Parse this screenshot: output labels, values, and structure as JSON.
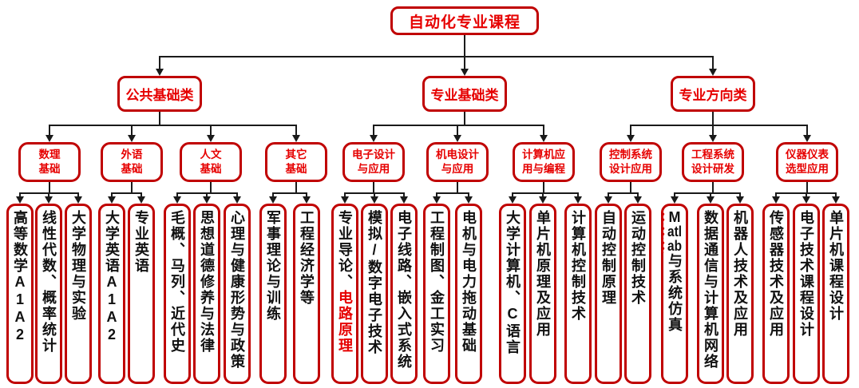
{
  "colors": {
    "node_border": "#c00000",
    "red_text": "#e60000",
    "leaf_text": "#111111",
    "connector": "#1a1a1a"
  },
  "root": {
    "label": "自动化专业课程"
  },
  "categories": [
    {
      "label": "公共基础类",
      "subs": [
        {
          "line1": "数理",
          "line2": "基础",
          "leaves": [
            {
              "parts": [
                {
                  "text": "高等数学A1A2"
                }
              ]
            },
            {
              "parts": [
                {
                  "text": "线性代数、概率统计"
                }
              ]
            },
            {
              "parts": [
                {
                  "text": "大学物理与实验"
                }
              ]
            }
          ]
        },
        {
          "line1": "外语",
          "line2": "基础",
          "leaves": [
            {
              "parts": [
                {
                  "text": "大学英语A1A2"
                }
              ]
            },
            {
              "parts": [
                {
                  "text": "专业英语"
                }
              ]
            }
          ]
        },
        {
          "line1": "人文",
          "line2": "基础",
          "leaves": [
            {
              "parts": [
                {
                  "text": "毛概、马列、近代史"
                }
              ]
            },
            {
              "parts": [
                {
                  "text": "思想道德修养与法律"
                }
              ]
            },
            {
              "parts": [
                {
                  "text": "心理与健康形势与政策"
                }
              ]
            }
          ]
        },
        {
          "line1": "其它",
          "line2": "基础",
          "leaves": [
            {
              "parts": [
                {
                  "text": "军事理论与训练"
                }
              ]
            },
            {
              "parts": [
                {
                  "text": "工程经济学等"
                }
              ]
            }
          ]
        }
      ]
    },
    {
      "label": "专业基础类",
      "subs": [
        {
          "line1": "电子设计",
          "line2": "与应用",
          "leaves": [
            {
              "parts": [
                {
                  "text": "专业导论、"
                },
                {
                  "text": "电路原理",
                  "highlight": true
                }
              ]
            },
            {
              "parts": [
                {
                  "text": "模拟/数字电子技术"
                }
              ]
            },
            {
              "parts": [
                {
                  "text": "电子线路、嵌入式系统"
                }
              ]
            }
          ]
        },
        {
          "line1": "机电设计",
          "line2": "与应用",
          "leaves": [
            {
              "parts": [
                {
                  "text": "工程制图、金工实习"
                }
              ]
            },
            {
              "parts": [
                {
                  "text": "电机与电力拖动基础"
                }
              ]
            }
          ]
        },
        {
          "line1": "计算机应",
          "line2": "用与编程",
          "leaves": [
            {
              "parts": [
                {
                  "text": "大学计算机、C语言"
                }
              ]
            },
            {
              "parts": [
                {
                  "text": "单片机原理及应用"
                }
              ]
            },
            {
              "parts": [
                {
                  "text": "计算机控制技术"
                }
              ]
            }
          ]
        }
      ]
    },
    {
      "label": "专业方向类",
      "subs": [
        {
          "line1": "控制系统",
          "line2": "设计应用",
          "leaves": [
            {
              "parts": [
                {
                  "text": "自动控制原理"
                }
              ]
            },
            {
              "parts": [
                {
                  "text": "运动控制技术"
                }
              ]
            }
          ]
        },
        {
          "line1": "工程系统",
          "line2": "设计研发",
          "leaves": [
            {
              "parts": [
                {
                  "text": "M",
                  "combine": true,
                  "wavy": true
                },
                {
                  "text": "atl",
                  "combine": true,
                  "wavy": true
                },
                {
                  "text": "ab",
                  "combine": true,
                  "wavy": true
                },
                {
                  "text": "与系统仿真"
                }
              ]
            },
            {
              "parts": [
                {
                  "text": "数据通信与计算机网络"
                }
              ]
            },
            {
              "parts": [
                {
                  "text": "机器人技术及应用"
                }
              ]
            }
          ]
        },
        {
          "line1": "仪器仪表",
          "line2": "选型应用",
          "leaves": [
            {
              "parts": [
                {
                  "text": "传感器技术及应用"
                }
              ]
            },
            {
              "parts": [
                {
                  "text": "电子技术课程设计"
                }
              ]
            },
            {
              "parts": [
                {
                  "text": "单片机课程设计"
                }
              ]
            }
          ]
        }
      ]
    }
  ]
}
